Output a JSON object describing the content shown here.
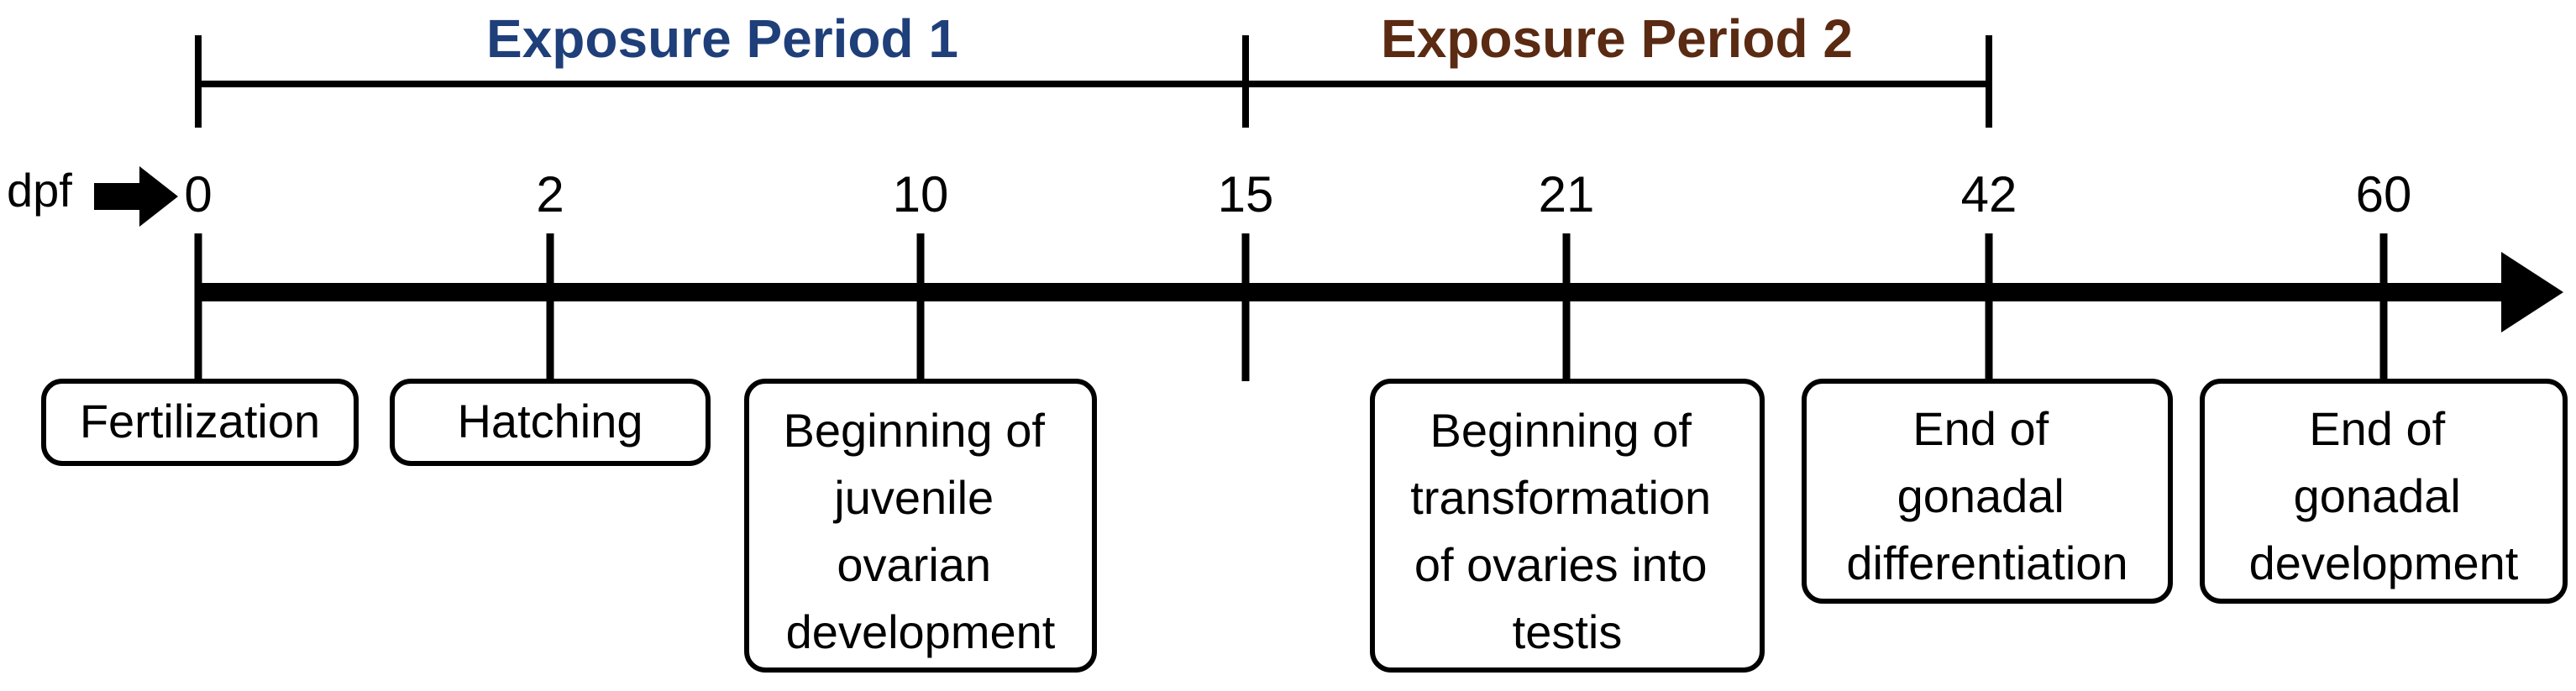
{
  "axis_unit": "dpf",
  "ticks": [
    {
      "id": "t0",
      "label": "0"
    },
    {
      "id": "t2",
      "label": "2"
    },
    {
      "id": "t10",
      "label": "10"
    },
    {
      "id": "t15",
      "label": "15"
    },
    {
      "id": "t21",
      "label": "21"
    },
    {
      "id": "t42",
      "label": "42"
    },
    {
      "id": "t60",
      "label": "60"
    }
  ],
  "periods": [
    {
      "label": "Exposure Period 1",
      "color": "#1f3f7a"
    },
    {
      "label": "Exposure Period 2",
      "color": "#5a2a12"
    }
  ],
  "events": [
    {
      "lines": [
        "Fertilization"
      ]
    },
    {
      "lines": [
        "Hatching"
      ]
    },
    {
      "lines": [
        "Beginning of",
        "juvenile",
        "ovarian",
        "development"
      ]
    },
    {
      "lines": [
        "Beginning of",
        "transformation",
        "of ovaries into",
        "testis"
      ]
    },
    {
      "lines": [
        "End of",
        "gonadal",
        "differentiation"
      ]
    },
    {
      "lines": [
        "End of",
        "gonadal",
        "development"
      ]
    }
  ]
}
